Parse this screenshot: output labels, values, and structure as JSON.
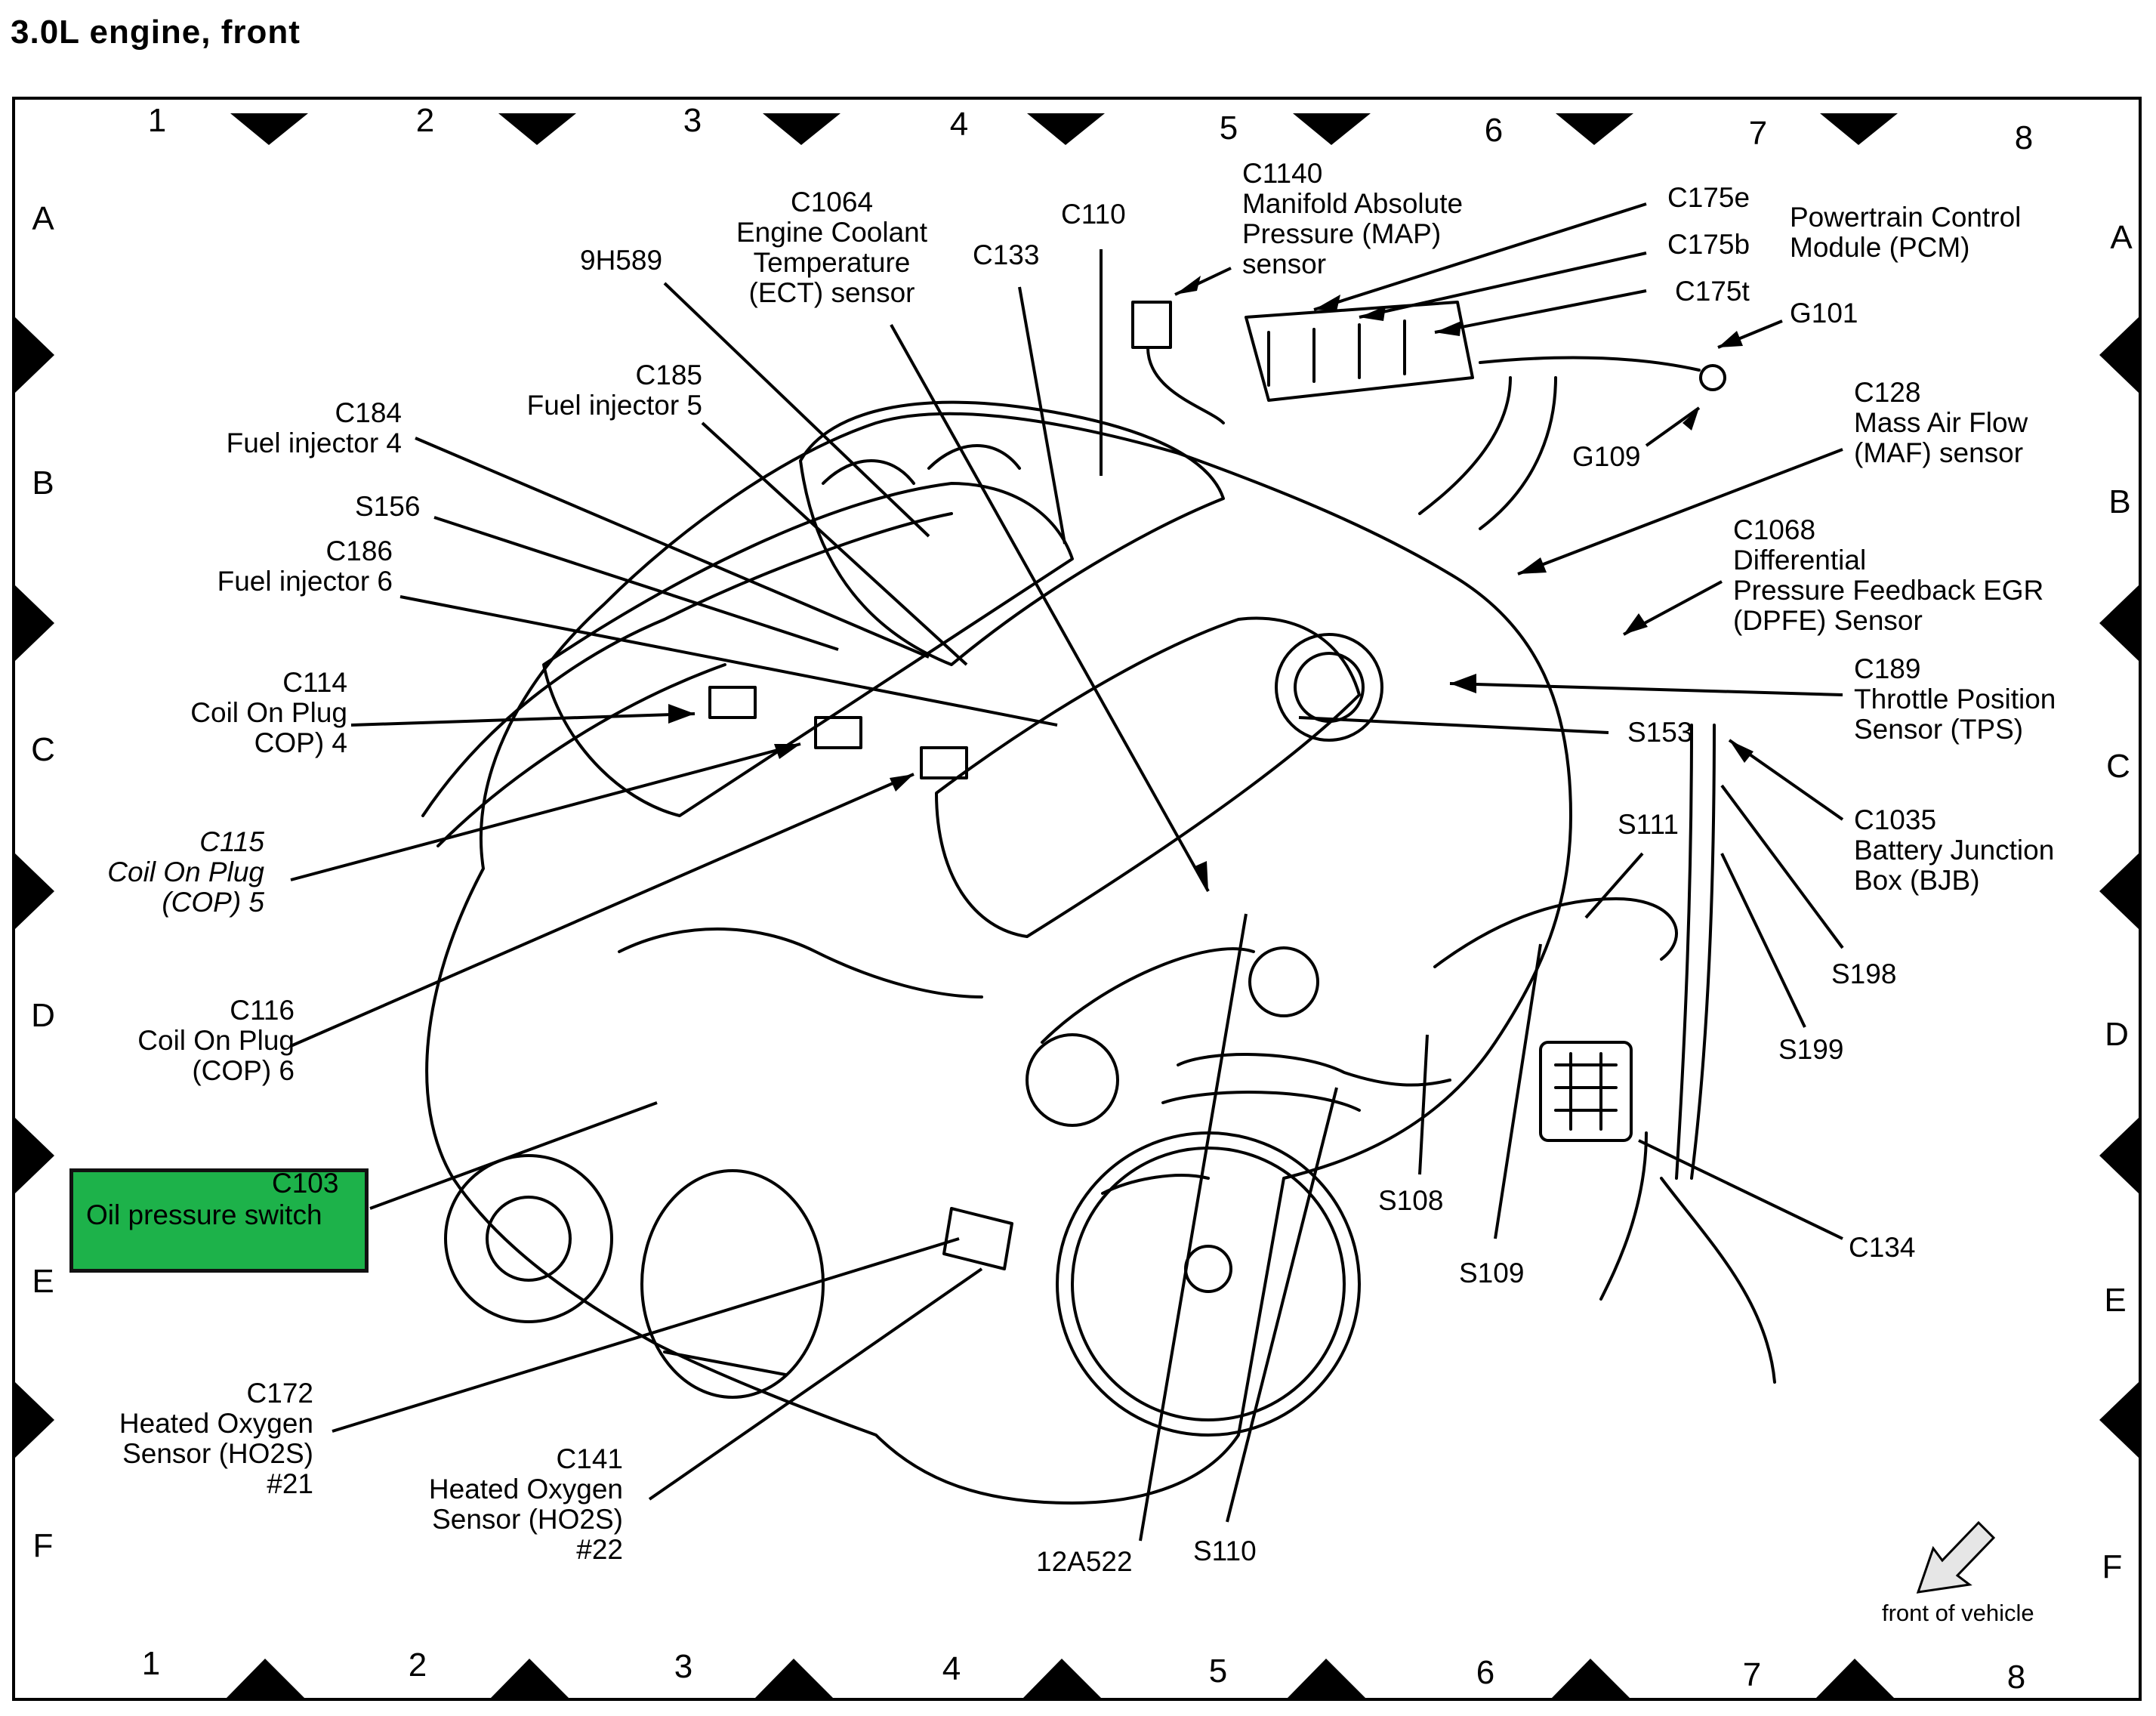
{
  "title": "3.0L  engine,  front",
  "grid": {
    "columns": [
      "1",
      "2",
      "3",
      "4",
      "5",
      "6",
      "7",
      "8"
    ],
    "rows": [
      "A",
      "B",
      "C",
      "D",
      "E",
      "F"
    ]
  },
  "labels": {
    "c1064": "C1064\nEngine Coolant\nTemperature\n(ECT) sensor",
    "c110": "C110",
    "c133": "C133",
    "h9589": "9H589",
    "c1140": "C1140\nManifold Absolute\nPressure (MAP)\nsensor",
    "c175e": "C175e",
    "c175b": "C175b",
    "c175t": "C175t",
    "pcm": "Powertrain Control\nModule (PCM)",
    "g101": "G101",
    "g109": "G109",
    "c185": "C185\nFuel injector 5",
    "c184": "C184\nFuel injector 4",
    "c128": "C128\nMass Air Flow\n(MAF) sensor",
    "s156": "S156",
    "c186": "C186\nFuel injector 6",
    "c1068": "C1068\nDifferential\nPressure Feedback EGR\n(DPFE) Sensor",
    "c114": "C114\nCoil On Plug\nCOP) 4",
    "c189": "C189\nThrottle Position\nSensor (TPS)",
    "s153": "S153",
    "c115": "C115\nCoil On Plug\n(COP) 5",
    "s111": "S111",
    "c1035": "C1035\nBattery Junction\nBox (BJB)",
    "s198": "S198",
    "c116": "C116\nCoil On Plug\n(COP) 6",
    "s199": "S199",
    "c103_code": "C103",
    "c103_name": "Oil pressure switch",
    "s108": "S108",
    "c134": "C134",
    "s109": "S109",
    "c172": "C172\nHeated Oxygen\nSensor (HO2S)\n#21",
    "c141": "C141\nHeated Oxygen\nSensor (HO2S)\n#22",
    "a12522": "12A522",
    "s110": "S110",
    "front": "front of vehicle"
  },
  "colors": {
    "highlight": "#1db24a",
    "line": "#000000"
  }
}
